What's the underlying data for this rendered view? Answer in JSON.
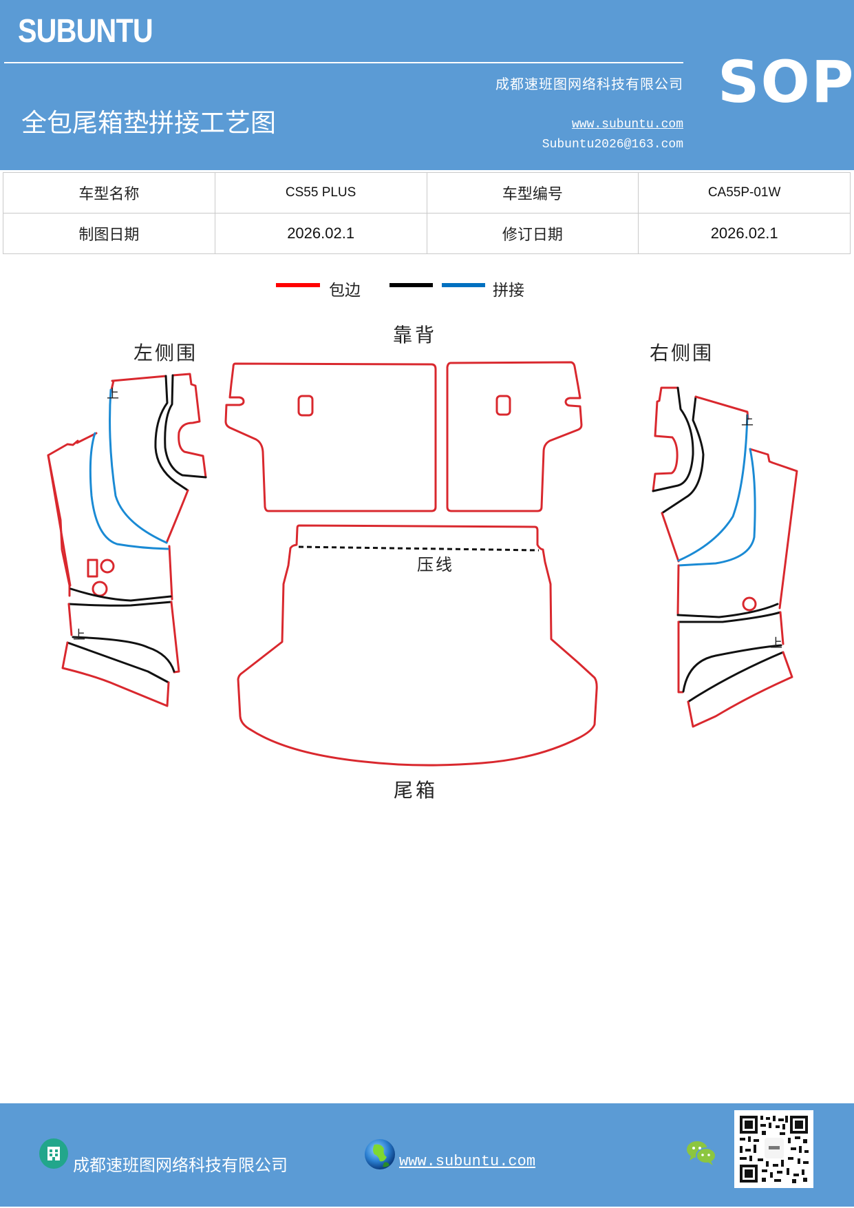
{
  "header": {
    "brand": "SUBUNTU",
    "company": "成都速班图网络科技有限公司",
    "title": "全包尾箱垫拼接工艺图",
    "website": "www.subuntu.com",
    "email": "Subuntu2026@163.com",
    "badge": "SOP",
    "background": "#5b9bd5"
  },
  "info_table": {
    "rows": [
      [
        {
          "label": "车型名称"
        },
        {
          "value": "CS55 PLUS"
        },
        {
          "label": "车型编号"
        },
        {
          "value": "CA55P-01W"
        }
      ],
      [
        {
          "label": "制图日期"
        },
        {
          "value": "2026.02.1"
        },
        {
          "label": "修订日期"
        },
        {
          "value": "2026.02.1"
        }
      ]
    ]
  },
  "legend": {
    "items": [
      {
        "color": "#ff0000",
        "label": "包边"
      },
      {
        "color": "#000000",
        "label": ""
      },
      {
        "color": "#0070c0",
        "label": "拼接"
      }
    ]
  },
  "diagram": {
    "colors": {
      "edge": "#d9282e",
      "seam": "#111111",
      "splice": "#1a8ad4"
    },
    "labels": {
      "backrest": "靠背",
      "left_side": "左侧围",
      "right_side": "右侧围",
      "crease": "压线",
      "trunk": "尾箱",
      "up_mark": "上"
    }
  },
  "footer": {
    "company": "成都速班图网络科技有限公司",
    "website": "www.subuntu.com"
  }
}
